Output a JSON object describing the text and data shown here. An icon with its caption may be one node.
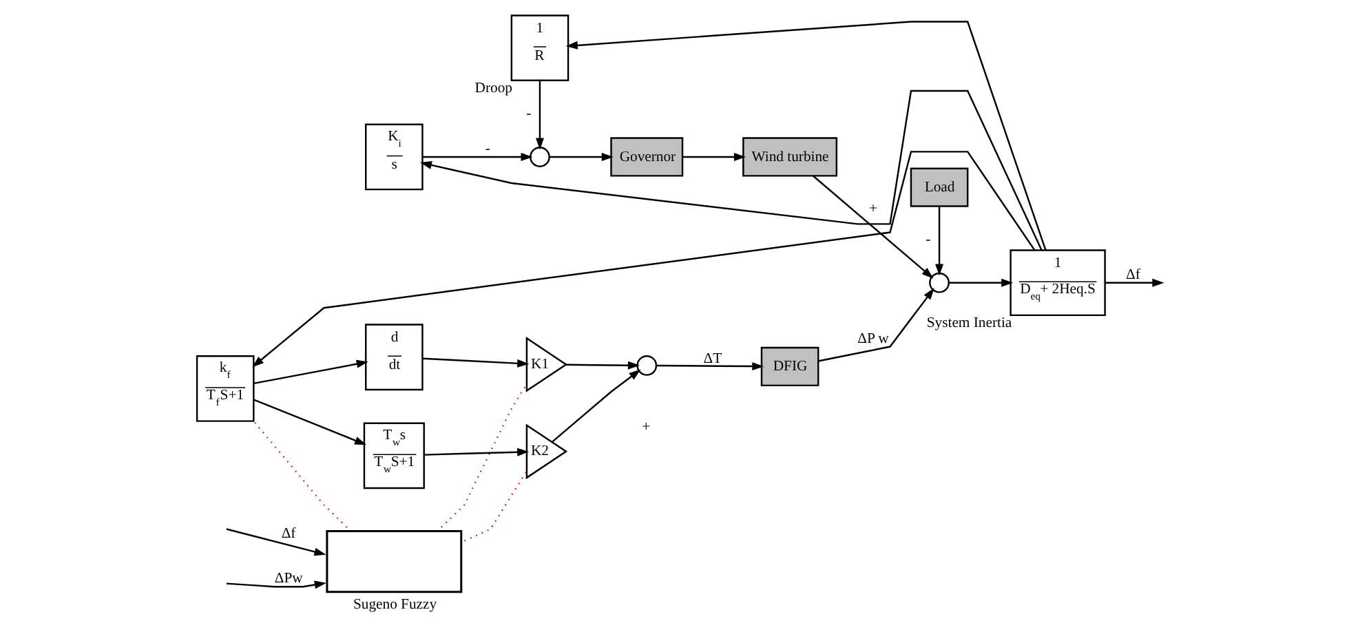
{
  "diagram": {
    "nodes": [
      {
        "text": [
          "1",
          "R"
        ],
        "beside": [
          "Droop"
        ]
      },
      {
        "text": [
          "K$_{i}$",
          "s"
        ]
      },
      {
        "text": [],
        "shape": "circle"
      },
      {
        "text": [
          "Governor"
        ]
      },
      {
        "text": [
          "Wind turbine"
        ]
      },
      {
        "text": [
          "Load"
        ]
      },
      {
        "text": [],
        "shape": "circle"
      },
      {
        "text": [
          "1",
          "D$_{eq}$+ 2Heq.S"
        ],
        "beside": [
          "System Inertia"
        ]
      },
      {
        "text": [
          "k$_{f}$",
          "T$_{f}$S+1"
        ]
      },
      {
        "text": [
          "d",
          "dt"
        ]
      },
      {
        "text": [
          "K1"
        ]
      },
      {
        "text": [
          "T$_{w}$s",
          "T$_{w}$S+1"
        ]
      },
      {
        "text": [
          "K2"
        ]
      },
      {
        "text": [],
        "shape": "circle"
      },
      {
        "text": [
          "DFIG"
        ]
      },
      {
        "text": [
          "Sugeno Fuzzy"
        ]
      }
    ],
    "edges": [
      {
        "from": 7,
        "to": null,
        "arrow": "to",
        "label": "Δf"
      },
      {
        "from": 7,
        "to": 0,
        "arrow": "to"
      },
      {
        "from": 7,
        "to": 1,
        "arrow": "to"
      },
      {
        "from": 7,
        "to": 8,
        "arrow": "to"
      },
      {
        "from": 0,
        "to": 2,
        "arrow": "to",
        "label": "-"
      },
      {
        "from": 1,
        "to": 2,
        "arrow": "to",
        "label": "-"
      },
      {
        "from": 2,
        "to": 3,
        "arrow": "to"
      },
      {
        "from": 3,
        "to": 4,
        "arrow": "to"
      },
      {
        "from": 4,
        "to": 6,
        "arrow": "to",
        "label": "+"
      },
      {
        "from": 5,
        "to": 6,
        "arrow": "to",
        "label": "-"
      },
      {
        "from": 14,
        "to": 6,
        "arrow": "to",
        "label": "ΔP w"
      },
      {
        "from": 6,
        "to": 7,
        "arrow": "to"
      },
      {
        "from": 8,
        "to": 9,
        "arrow": "to"
      },
      {
        "from": 8,
        "to": 11,
        "arrow": "to"
      },
      {
        "from": 9,
        "to": 10,
        "arrow": "to"
      },
      {
        "from": 11,
        "to": 12,
        "arrow": "to"
      },
      {
        "from": 10,
        "to": 13,
        "arrow": "to"
      },
      {
        "from": 12,
        "to": 13,
        "arrow": "to"
      },
      {
        "from": 13,
        "to": 14,
        "arrow": "to",
        "label": "ΔT"
      },
      {
        "from": null,
        "to": 15,
        "arrow": "to",
        "label": "Δf"
      },
      {
        "from": null,
        "to": 15,
        "arrow": "to",
        "label": "ΔPw"
      },
      {
        "from": 15,
        "to": 10,
        "arrow": "none",
        "style": "dashed",
        "color": "#cc0000"
      },
      {
        "from": 15,
        "to": 12,
        "arrow": "none",
        "style": "dashed",
        "color": "#cc0000"
      },
      {
        "from": 15,
        "to": 8,
        "arrow": "none",
        "style": "dashed",
        "color": "#cc0000"
      }
    ],
    "labels": [
      "+"
    ]
  }
}
